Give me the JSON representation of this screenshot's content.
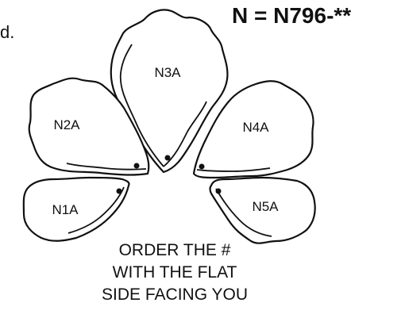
{
  "crop_fragment": "d.",
  "code_title": "N = N796-**",
  "petals": [
    {
      "id": "n3a",
      "label": "N3A"
    },
    {
      "id": "n2a",
      "label": "N2A"
    },
    {
      "id": "n4a",
      "label": "N4A"
    },
    {
      "id": "n1a",
      "label": "N1A"
    },
    {
      "id": "n5a",
      "label": "N5A"
    }
  ],
  "note_lines": [
    "ORDER THE #",
    "WITH THE FLAT",
    "SIDE FACING YOU"
  ]
}
